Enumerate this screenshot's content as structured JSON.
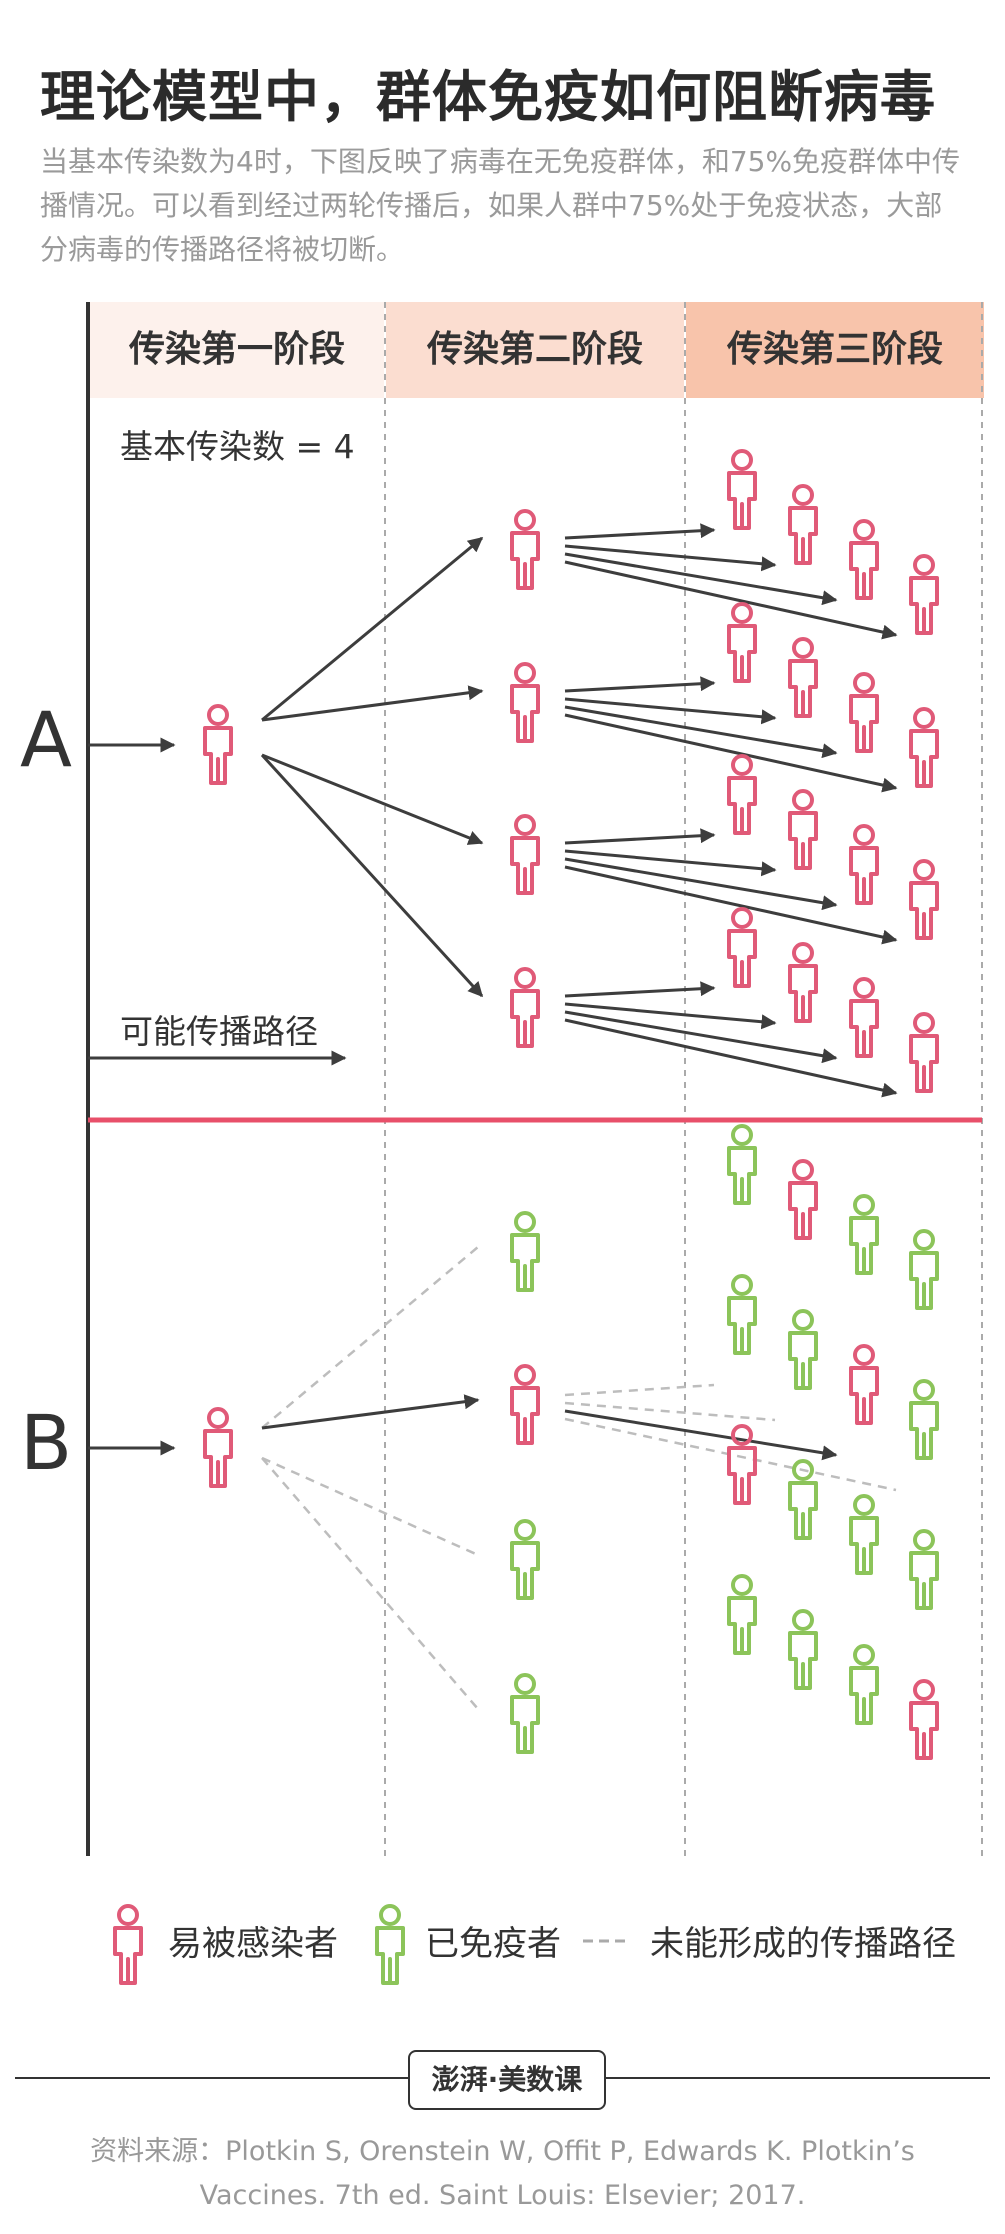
{
  "title": "理论模型中，群体免疫如何阻断病毒",
  "subtitle": "当基本传染数为4时，下图反映了病毒在无免疫群体，和75%免疫群体中传播情况。可以看到经过两轮传播后，如果人群中75%处于免疫状态，大部分病毒的传播路径将被切断。",
  "stages": [
    "传染第一阶段",
    "传染第二阶段",
    "传染第三阶段"
  ],
  "r0_label": "基本传染数 = 4",
  "path_label": "可能传播路径",
  "section_a": "A",
  "section_b": "B",
  "legend": {
    "susceptible": "易被感染者",
    "immune": "已免疫者",
    "failed_path": "未能形成的传播路径"
  },
  "brand": "澎湃·美数课",
  "source": "资料来源：Plotkin S, Orenstein W, Offit P, Edwards K. Plotkin’s Vaccines. 7th ed. Saint Louis: Elsevier; 2017.",
  "colors": {
    "susceptible": "#e05a78",
    "immune": "#8cc45a",
    "arrow": "#3d3d3d",
    "dashed": "#bdbdbd",
    "divider": "#e8506a",
    "stage1_bg": "#fdf1ec",
    "stage2_bg": "#fbddd0",
    "stage3_bg": "#f8c4ab"
  },
  "model_b_third_stage_status": [
    [
      "immune",
      "susceptible",
      "immune",
      "immune"
    ],
    [
      "immune",
      "immune",
      "susceptible",
      "immune"
    ],
    [
      "susceptible",
      "immune",
      "immune",
      "immune"
    ],
    [
      "immune",
      "immune",
      "immune",
      "susceptible"
    ]
  ],
  "model_b_second_stage_status": [
    "immune",
    "susceptible",
    "immune",
    "immune"
  ]
}
